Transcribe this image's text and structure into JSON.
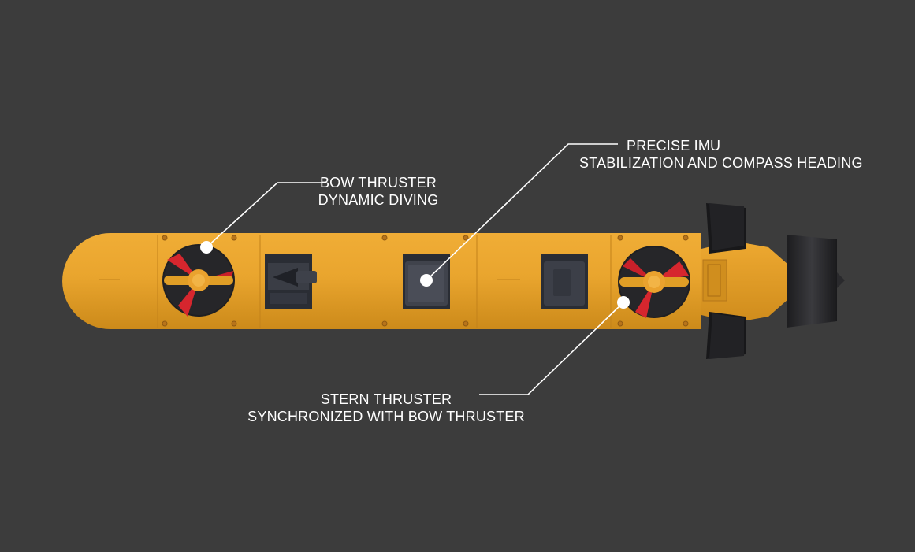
{
  "colors": {
    "background": "#3c3c3c",
    "hull": "#e8a228",
    "hull_shadow": "#c98a1c",
    "module": "#2b2e36",
    "propeller_red": "#d6262e",
    "leader_line": "#ffffff"
  },
  "callouts": {
    "bow": {
      "line1": "BOW THRUSTER",
      "line2": "DYNAMIC DIVING"
    },
    "imu": {
      "line1": "PRECISE IMU",
      "line2": "STABILIZATION AND COMPASS HEADING"
    },
    "stern": {
      "line1": "STERN THRUSTER",
      "line2": "SYNCHRONIZED WITH BOW THRUSTER"
    }
  }
}
